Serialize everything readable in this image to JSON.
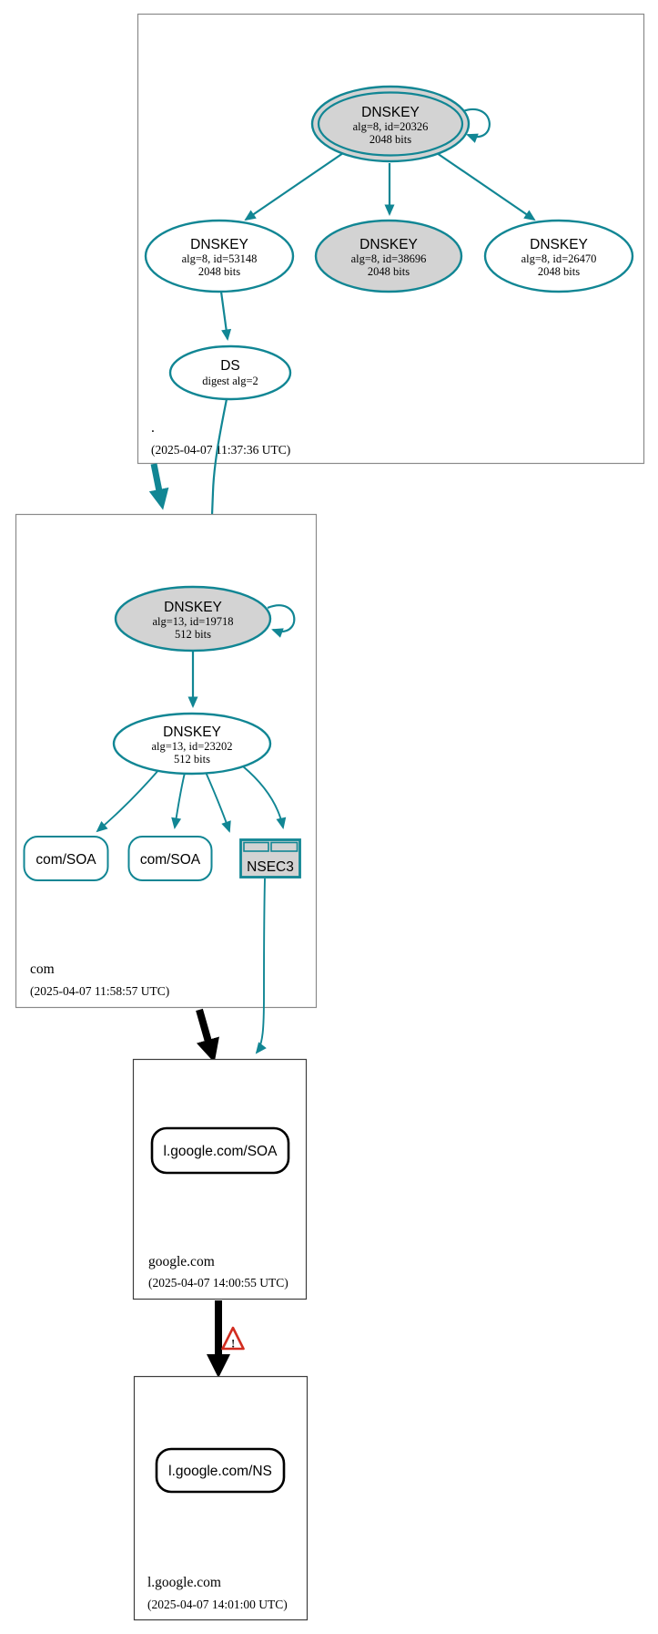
{
  "colors": {
    "edge_teal": "#118694",
    "node_fill_gray": "#d3d3d3",
    "node_fill_white": "#ffffff",
    "warning_red": "#d22d20",
    "zone_box_border": "#8a8a8a",
    "zone_box_border_dark": "#3d3d3d"
  },
  "icons": {
    "warning": "!"
  },
  "zones": {
    "root": {
      "label": ".",
      "timestamp": "(2025-04-07 11:37:36 UTC)",
      "nodes": {
        "ksk": {
          "title": "DNSKEY",
          "detail1": "alg=8, id=20326",
          "detail2": "2048 bits"
        },
        "zsk_53148": {
          "title": "DNSKEY",
          "detail1": "alg=8, id=53148",
          "detail2": "2048 bits"
        },
        "zsk_38696": {
          "title": "DNSKEY",
          "detail1": "alg=8, id=38696",
          "detail2": "2048 bits"
        },
        "zsk_26470": {
          "title": "DNSKEY",
          "detail1": "alg=8, id=26470",
          "detail2": "2048 bits"
        },
        "ds": {
          "title": "DS",
          "detail1": "digest alg=2"
        }
      }
    },
    "com": {
      "label": "com",
      "timestamp": "(2025-04-07 11:58:57 UTC)",
      "nodes": {
        "ksk": {
          "title": "DNSKEY",
          "detail1": "alg=13, id=19718",
          "detail2": "512 bits"
        },
        "zsk": {
          "title": "DNSKEY",
          "detail1": "alg=13, id=23202",
          "detail2": "512 bits"
        },
        "soa1": {
          "label": "com/SOA"
        },
        "soa2": {
          "label": "com/SOA"
        },
        "nsec3": {
          "label": "NSEC3"
        }
      }
    },
    "google_com": {
      "label": "google.com",
      "timestamp": "(2025-04-07 14:00:55 UTC)",
      "nodes": {
        "soa": {
          "label": "l.google.com/SOA"
        }
      }
    },
    "l_google_com": {
      "label": "l.google.com",
      "timestamp": "(2025-04-07 14:01:00 UTC)",
      "nodes": {
        "ns": {
          "label": "l.google.com/NS"
        }
      }
    }
  }
}
